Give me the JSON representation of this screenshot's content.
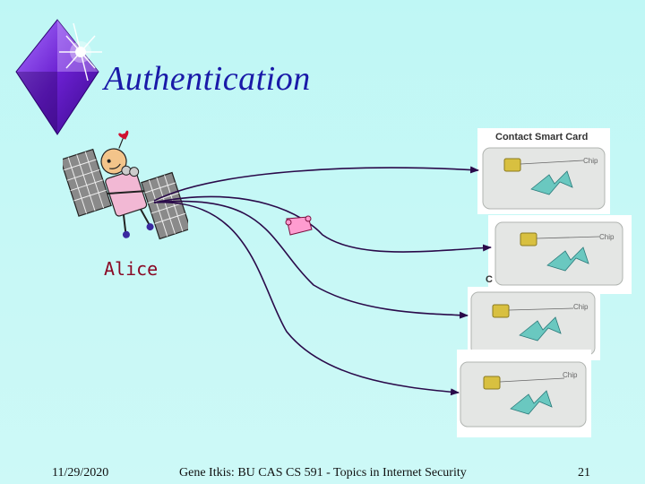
{
  "slide": {
    "title": "Authentication",
    "alice_label": "Alice"
  },
  "cards": {
    "header": "Contact Smart Card",
    "cutoff_letter": "C",
    "chip_label": "Chip"
  },
  "footer": {
    "date": "11/29/2020",
    "credit": "Gene Itkis: BU CAS CS 591 - Topics in Internet Security",
    "page": "21"
  },
  "colors": {
    "background": "#c8f8f6",
    "title": "#1a1aa8",
    "alice": "#8a0a26",
    "arrows": "#2a0a4a"
  }
}
